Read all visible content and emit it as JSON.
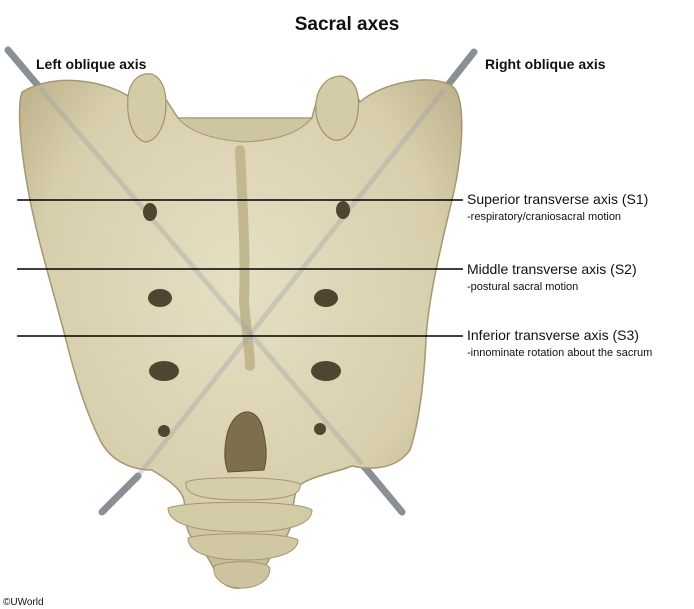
{
  "title": "Sacral axes",
  "oblique_axes": {
    "left": "Left oblique axis",
    "right": "Right oblique axis"
  },
  "transverse_axes": [
    {
      "name": "Superior transverse axis (S1)",
      "description": "-respiratory/craniosacral motion"
    },
    {
      "name": "Middle transverse axis (S2)",
      "description": "-postural sacral motion"
    },
    {
      "name": "Inferior transverse axis (S3)",
      "description": "-innominate rotation about the sacrum"
    }
  ],
  "copyright": "©UWorld",
  "colors": {
    "bone": "#d9d1b0",
    "bone_shadow": "#b3a882",
    "axis_rod": "#8a8f96",
    "line": "#000000"
  }
}
